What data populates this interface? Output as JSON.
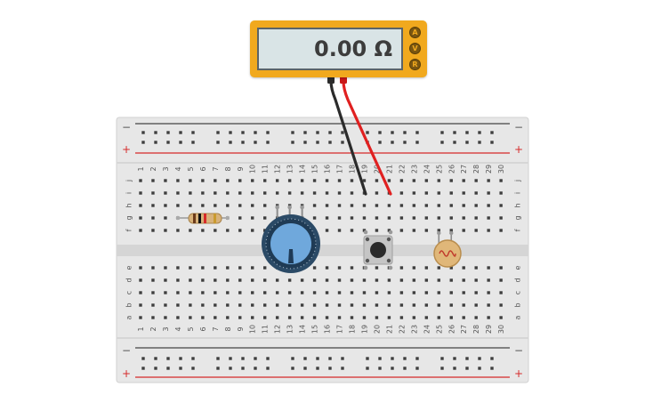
{
  "multimeter": {
    "reading": "0.00 Ω",
    "modes": [
      "A",
      "V",
      "R"
    ]
  },
  "breadboard": {
    "columns": [
      "1",
      "2",
      "3",
      "4",
      "5",
      "6",
      "7",
      "8",
      "9",
      "10",
      "11",
      "12",
      "13",
      "14",
      "15",
      "16",
      "17",
      "18",
      "19",
      "20",
      "21",
      "22",
      "23",
      "24",
      "25",
      "26",
      "27",
      "28",
      "29",
      "30"
    ],
    "rows_top": [
      "j",
      "i",
      "h",
      "g",
      "f"
    ],
    "rows_bottom": [
      "e",
      "d",
      "c",
      "b",
      "a"
    ],
    "rail_minus": "−",
    "rail_plus": "+"
  },
  "components": [
    "resistor",
    "potentiometer",
    "pushbutton",
    "photoresistor"
  ],
  "colors": {
    "multimeter_body": "#f1a91e",
    "probe_black": "#2b2b2b",
    "probe_red": "#e02020",
    "rail_red": "#d62a2a",
    "pot_knob": "#6fa8dc"
  }
}
